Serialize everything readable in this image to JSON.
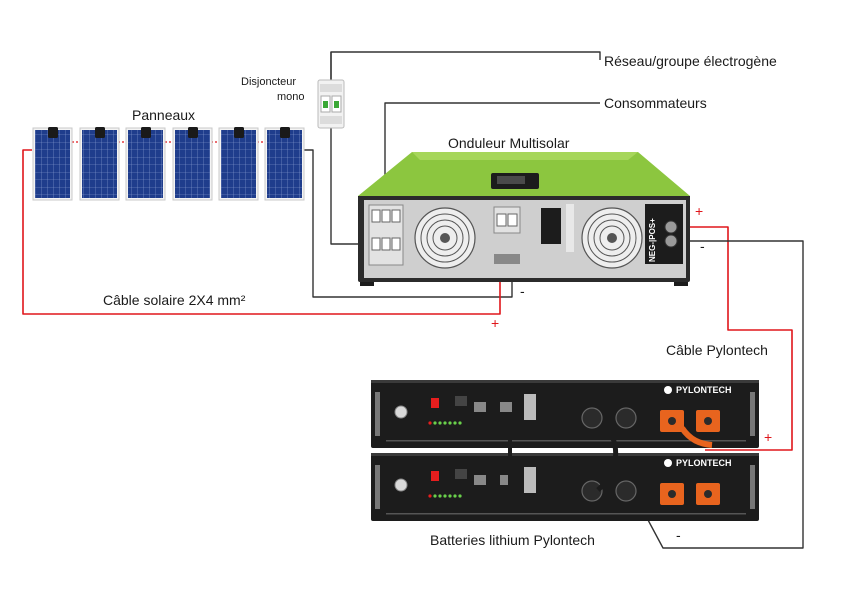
{
  "labels": {
    "grid": "Réseau/groupe électrogène",
    "consumers": "Consommateurs",
    "breaker_line1": "Disjoncteur",
    "breaker_line2": "mono",
    "panels": "Panneaux",
    "inverter": "Onduleur Multisolar",
    "solar_cable": "Câble solaire 2X4 mm²",
    "pylontech_cable": "Câble Pylontech",
    "batteries": "Batteries lithium Pylontech"
  },
  "terminals": {
    "plus": "+",
    "minus": "-"
  },
  "device_text": {
    "inverter_terminal_label": "NEG-|POS+",
    "battery_brand": "PYLONTECH"
  },
  "colors": {
    "positive_wire": "#e0161b",
    "negative_wire": "#333333",
    "inverter_top": "#8cc63f",
    "inverter_body": "#2b2b2b",
    "battery_body": "#1c1c1c",
    "battery_terminal": "#e8641e",
    "panel_cell": "#1e3a8a"
  },
  "panels": {
    "count": 6
  },
  "batteries": {
    "count": 2
  }
}
